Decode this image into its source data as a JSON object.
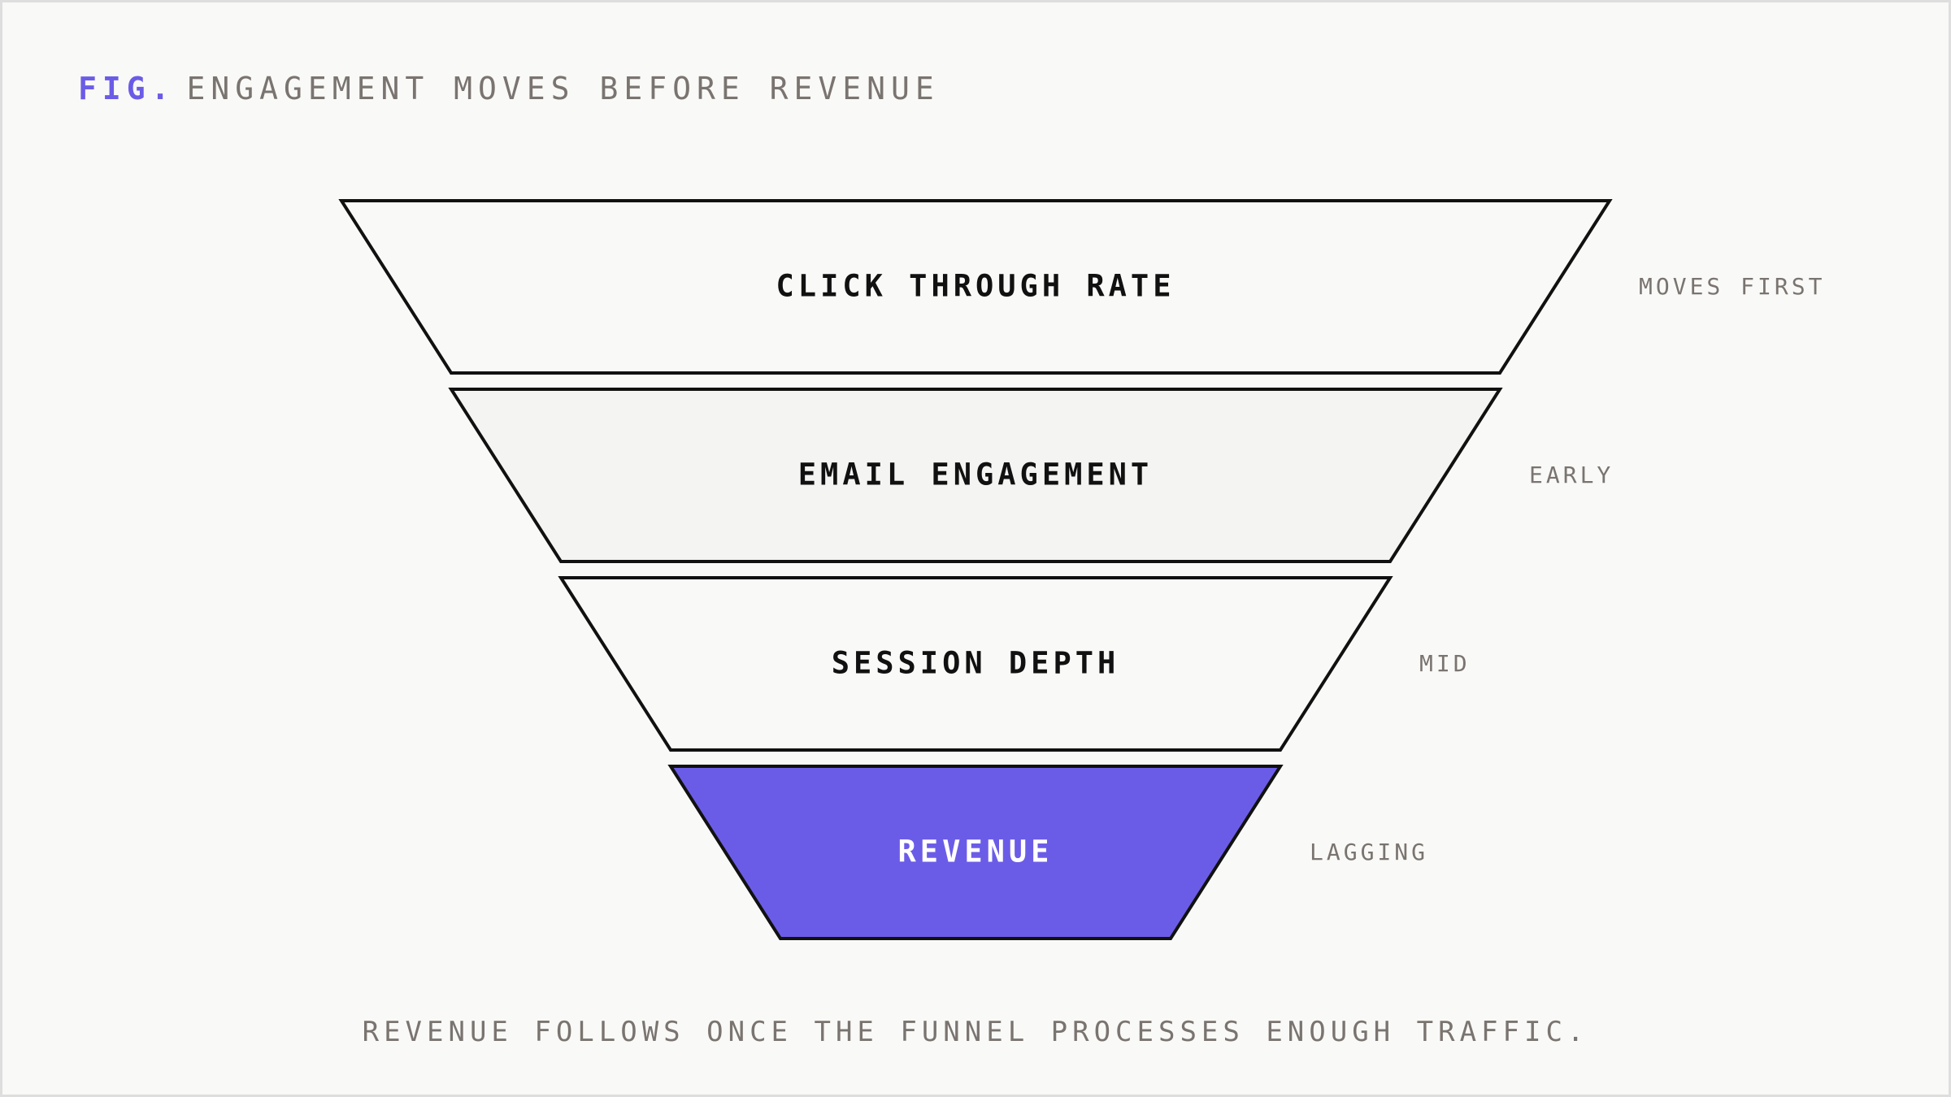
{
  "figure": {
    "prefix": "FIG.",
    "title": "ENGAGEMENT MOVES BEFORE REVENUE"
  },
  "stages": [
    {
      "label": "CLICK THROUGH RATE",
      "side": "MOVES FIRST",
      "fill": "#f9f9f7",
      "text_color": "#111111"
    },
    {
      "label": "EMAIL ENGAGEMENT",
      "side": "EARLY",
      "fill": "#f4f4f2",
      "text_color": "#111111"
    },
    {
      "label": "SESSION DEPTH",
      "side": "MID",
      "fill": "#f9f9f7",
      "text_color": "#111111"
    },
    {
      "label": "REVENUE",
      "side": "LAGGING",
      "fill": "#6b5ce7",
      "text_color": "#ffffff"
    }
  ],
  "footer": "REVENUE FOLLOWS ONCE THE FUNNEL PROCESSES ENOUGH TRAFFIC.",
  "colors": {
    "accent": "#6b5ce7",
    "stroke": "#111111",
    "muted_text": "#7a7470"
  }
}
